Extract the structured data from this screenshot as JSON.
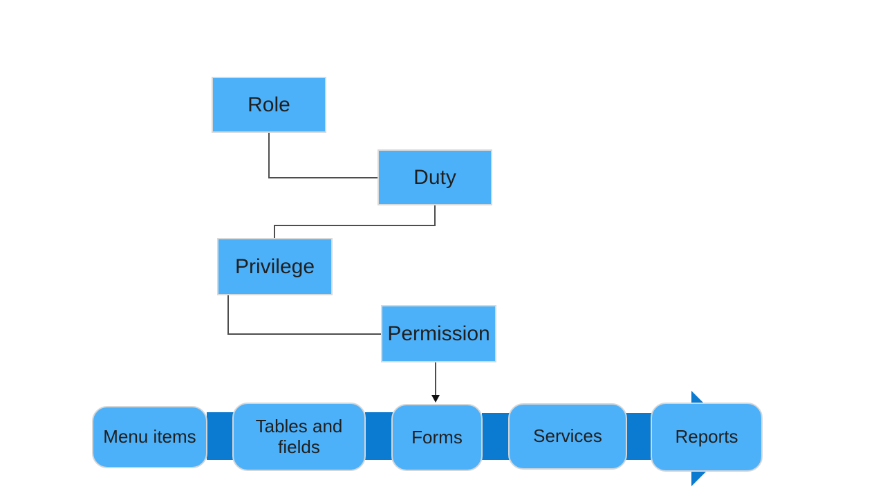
{
  "diagram": {
    "title_hint": "Security model hierarchy and protected objects",
    "colors": {
      "box_fill": "#4db1f9",
      "connector_fill": "#0b7ad1",
      "elbow_line": "#4d4d4d",
      "box_border": "#d9d9d9",
      "text": "#1f1f1f",
      "background": "#ffffff"
    },
    "hierarchy_nodes": [
      {
        "id": "role",
        "label": "Role"
      },
      {
        "id": "duty",
        "label": "Duty"
      },
      {
        "id": "privilege",
        "label": "Privilege"
      },
      {
        "id": "permission",
        "label": "Permission"
      }
    ],
    "hierarchy_links": [
      {
        "from": "role",
        "to": "duty"
      },
      {
        "from": "duty",
        "to": "privilege"
      },
      {
        "from": "privilege",
        "to": "permission"
      },
      {
        "from": "permission",
        "to": "process-row",
        "style": "arrow-down"
      }
    ],
    "process_nodes": [
      {
        "id": "menu-items",
        "label": "Menu items"
      },
      {
        "id": "tables-and-fields",
        "label": "Tables and fields"
      },
      {
        "id": "forms",
        "label": "Forms"
      },
      {
        "id": "services",
        "label": "Services"
      },
      {
        "id": "reports",
        "label": "Reports"
      }
    ]
  }
}
